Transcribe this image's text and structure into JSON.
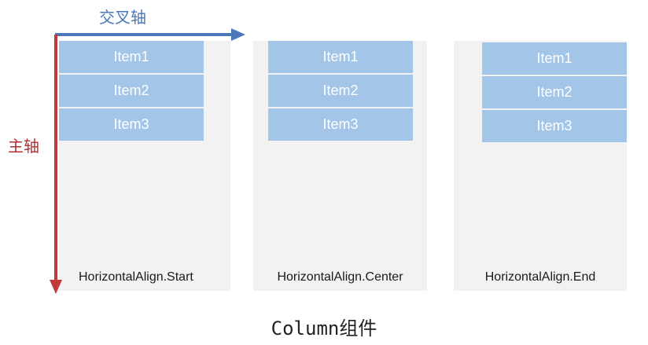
{
  "axes": {
    "cross_axis_label": "交叉轴",
    "main_axis_label": "主轴",
    "cross_axis_color": "#4a78b8",
    "main_axis_color": "#c0393b"
  },
  "columns": [
    {
      "label": "HorizontalAlign.Start",
      "items": [
        "Item1",
        "Item2",
        "Item3"
      ]
    },
    {
      "label": "HorizontalAlign.Center",
      "items": [
        "Item1",
        "Item2",
        "Item3"
      ]
    },
    {
      "label": "HorizontalAlign.End",
      "items": [
        "Item1",
        "Item2",
        "Item3"
      ]
    }
  ],
  "caption": "Column组件",
  "colors": {
    "item_fill": "#a3c5e8",
    "column_background": "#f2f2f2"
  }
}
